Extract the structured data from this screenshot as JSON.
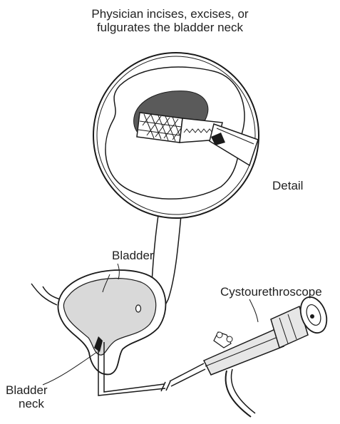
{
  "title": {
    "line1": "Physician incises, excises, or",
    "line2": "fulgurates the bladder neck"
  },
  "labels": {
    "detail": "Detail",
    "bladder": "Bladder",
    "cystourethroscope": "Cystourethroscope",
    "bladder_neck_line1": "Bladder",
    "bladder_neck_line2": "neck"
  },
  "colors": {
    "stroke": "#1a1a1a",
    "bladder_fill": "#d9d9d9",
    "tissue_dark": "#5a5a5a",
    "scope_fill": "#e6e6e6"
  }
}
